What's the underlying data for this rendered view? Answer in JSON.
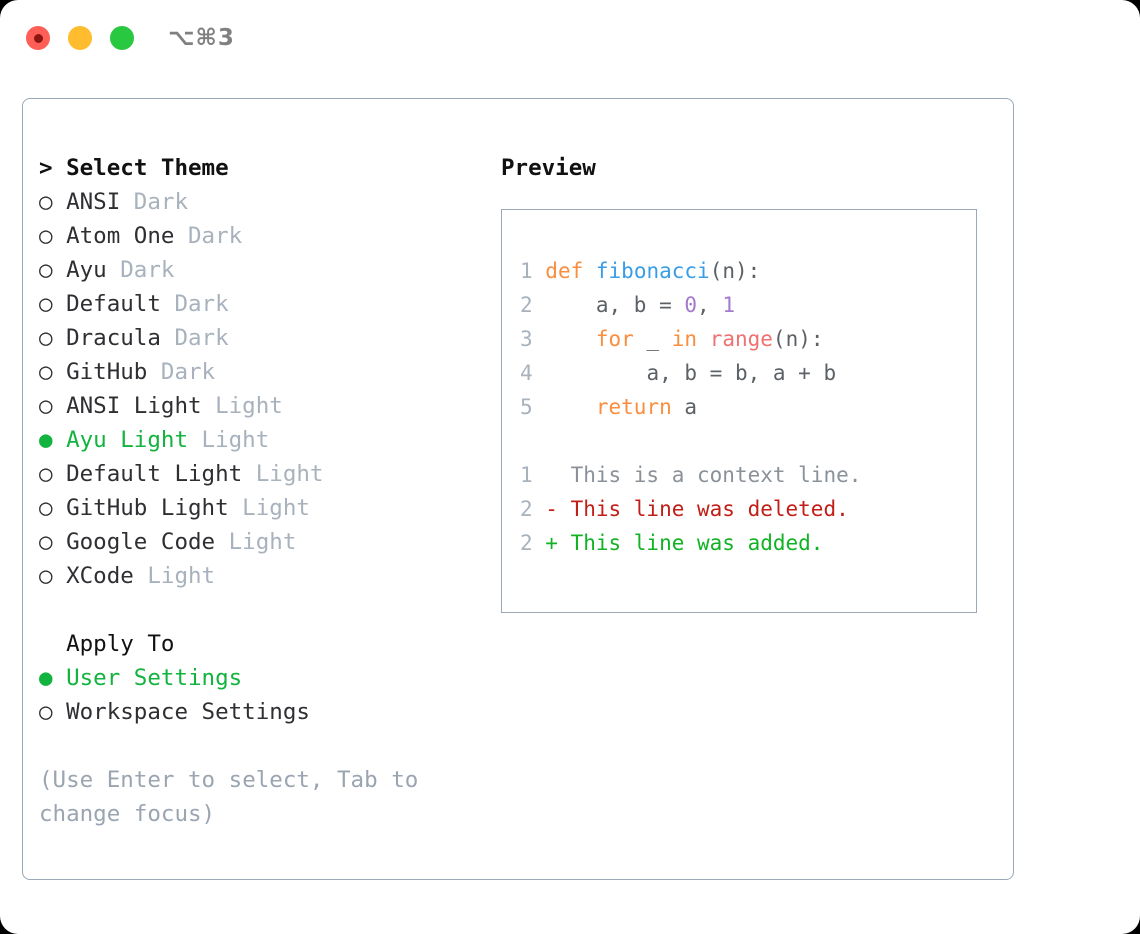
{
  "window": {
    "title": "⌥⌘3",
    "traffic_lights": [
      "close-red",
      "minimize-yellow",
      "maximize-green"
    ]
  },
  "theme_picker": {
    "header": "> Select Theme",
    "items": [
      {
        "marker": "○",
        "name": "ANSI",
        "kind": "Dark",
        "selected": false
      },
      {
        "marker": "○",
        "name": "Atom One",
        "kind": "Dark",
        "selected": false
      },
      {
        "marker": "○",
        "name": "Ayu",
        "kind": "Dark",
        "selected": false
      },
      {
        "marker": "○",
        "name": "Default",
        "kind": "Dark",
        "selected": false
      },
      {
        "marker": "○",
        "name": "Dracula",
        "kind": "Dark",
        "selected": false
      },
      {
        "marker": "○",
        "name": "GitHub",
        "kind": "Dark",
        "selected": false
      },
      {
        "marker": "○",
        "name": "ANSI Light",
        "kind": "Light",
        "selected": false
      },
      {
        "marker": "●",
        "name": "Ayu Light",
        "kind": "Light",
        "selected": true
      },
      {
        "marker": "○",
        "name": "Default Light",
        "kind": "Light",
        "selected": false
      },
      {
        "marker": "○",
        "name": "GitHub Light",
        "kind": "Light",
        "selected": false
      },
      {
        "marker": "○",
        "name": "Google Code",
        "kind": "Light",
        "selected": false
      },
      {
        "marker": "○",
        "name": "XCode",
        "kind": "Light",
        "selected": false
      }
    ]
  },
  "apply_to": {
    "header": "  Apply To",
    "options": [
      {
        "marker": "●",
        "name": "User Settings",
        "selected": true
      },
      {
        "marker": "○",
        "name": "Workspace Settings",
        "selected": false
      }
    ]
  },
  "hint": "(Use Enter to select, Tab to change focus)",
  "preview": {
    "title": "Preview",
    "code": [
      {
        "num": "1",
        "tokens": [
          {
            "t": "def",
            "c": "kw"
          },
          {
            "t": " ",
            "c": "pn"
          },
          {
            "t": "fibonacci",
            "c": "fn"
          },
          {
            "t": "(n):",
            "c": "pn"
          }
        ]
      },
      {
        "num": "2",
        "tokens": [
          {
            "t": "    a, b = ",
            "c": "pn"
          },
          {
            "t": "0",
            "c": "num"
          },
          {
            "t": ", ",
            "c": "pn"
          },
          {
            "t": "1",
            "c": "num"
          }
        ]
      },
      {
        "num": "3",
        "tokens": [
          {
            "t": "    ",
            "c": "pn"
          },
          {
            "t": "for",
            "c": "kw"
          },
          {
            "t": " _ ",
            "c": "pn"
          },
          {
            "t": "in",
            "c": "kw"
          },
          {
            "t": " ",
            "c": "pn"
          },
          {
            "t": "range",
            "c": "bi"
          },
          {
            "t": "(n):",
            "c": "pn"
          }
        ]
      },
      {
        "num": "4",
        "tokens": [
          {
            "t": "        a, b = b, a + b",
            "c": "pn"
          }
        ]
      },
      {
        "num": "5",
        "tokens": [
          {
            "t": "    ",
            "c": "pn"
          },
          {
            "t": "return",
            "c": "kw"
          },
          {
            "t": " a",
            "c": "pn"
          }
        ]
      }
    ],
    "diff": [
      {
        "num": "1",
        "sign": "  ",
        "text": "This is a context line.",
        "style": "ctx"
      },
      {
        "num": "2",
        "sign": "- ",
        "text": "This line was deleted.",
        "style": "del"
      },
      {
        "num": "2",
        "sign": "+ ",
        "text": "This line was added.",
        "style": "add"
      }
    ]
  },
  "colors": {
    "selected_green": "#12b33f",
    "muted_gray": "#a8b2bd",
    "keyword_orange": "#fa8d3e",
    "function_blue": "#399ee6",
    "number_purple": "#a37acc",
    "builtin_red": "#f07171",
    "diff_added": "#11b325",
    "diff_deleted": "#c21e18",
    "panel_border": "#9aa8b8"
  }
}
